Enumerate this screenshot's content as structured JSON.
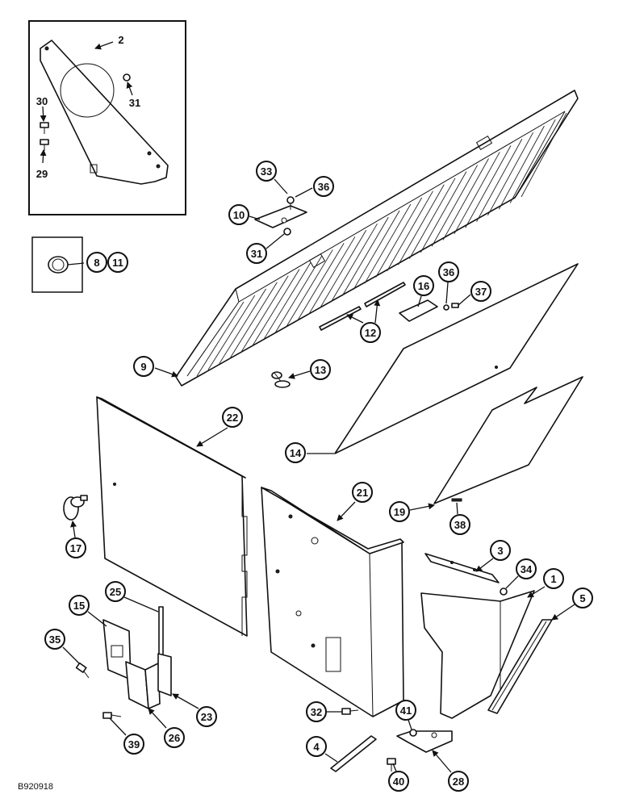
{
  "drawing_code": "B920918",
  "callouts": [
    {
      "id": "2",
      "style": "plain"
    },
    {
      "id": "30",
      "style": "plain"
    },
    {
      "id": "29",
      "style": "plain"
    },
    {
      "id": "31",
      "style": "plain"
    },
    {
      "id": "33",
      "style": "circle"
    },
    {
      "id": "36",
      "style": "circle"
    },
    {
      "id": "10",
      "style": "circle"
    },
    {
      "id": "31",
      "style": "circle"
    },
    {
      "id": "8",
      "style": "circle"
    },
    {
      "id": "11",
      "style": "circle"
    },
    {
      "id": "16",
      "style": "circle"
    },
    {
      "id": "36",
      "style": "circle"
    },
    {
      "id": "37",
      "style": "circle"
    },
    {
      "id": "12",
      "style": "circle"
    },
    {
      "id": "9",
      "style": "circle"
    },
    {
      "id": "13",
      "style": "circle"
    },
    {
      "id": "22",
      "style": "circle"
    },
    {
      "id": "14",
      "style": "circle"
    },
    {
      "id": "21",
      "style": "circle"
    },
    {
      "id": "17",
      "style": "circle"
    },
    {
      "id": "19",
      "style": "circle"
    },
    {
      "id": "38",
      "style": "circle"
    },
    {
      "id": "3",
      "style": "circle"
    },
    {
      "id": "34",
      "style": "circle"
    },
    {
      "id": "1",
      "style": "circle"
    },
    {
      "id": "5",
      "style": "circle"
    },
    {
      "id": "25",
      "style": "circle"
    },
    {
      "id": "15",
      "style": "circle"
    },
    {
      "id": "35",
      "style": "circle"
    },
    {
      "id": "23",
      "style": "circle"
    },
    {
      "id": "32",
      "style": "circle"
    },
    {
      "id": "41",
      "style": "circle"
    },
    {
      "id": "39",
      "style": "circle"
    },
    {
      "id": "26",
      "style": "circle"
    },
    {
      "id": "4",
      "style": "circle"
    },
    {
      "id": "40",
      "style": "circle"
    },
    {
      "id": "28",
      "style": "circle"
    }
  ],
  "colors": {
    "ink": "#111111",
    "paper": "#ffffff"
  }
}
